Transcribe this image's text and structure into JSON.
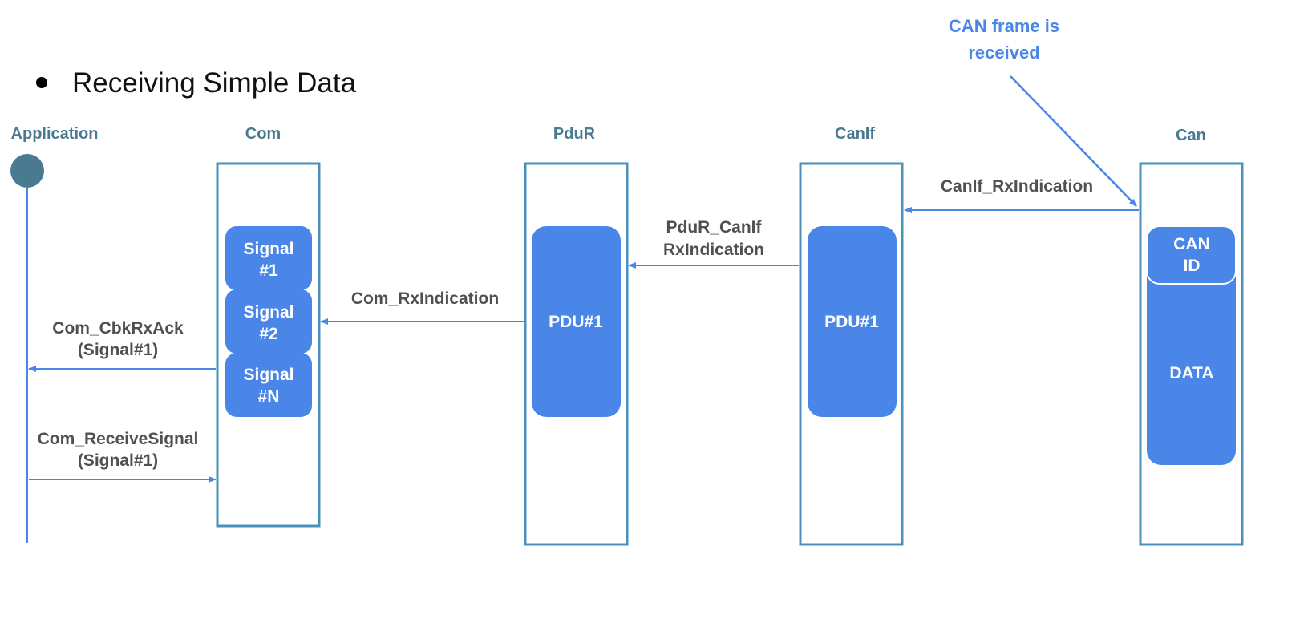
{
  "bullet": {
    "text": "Receiving Simple Data"
  },
  "annotation": {
    "line1": "CAN frame is",
    "line2": "received"
  },
  "lanes": {
    "application": "Application",
    "com": "Com",
    "pdur": "PduR",
    "canif": "CanIf",
    "can": "Can"
  },
  "com_signals": [
    {
      "line1": "Signal",
      "line2": "#1"
    },
    {
      "line1": "Signal",
      "line2": "#2"
    },
    {
      "line1": "Signal",
      "line2": "#N"
    }
  ],
  "pdur_block": "PDU#1",
  "canif_block": "PDU#1",
  "can_blocks": {
    "id_line1": "CAN",
    "id_line2": "ID",
    "data": "DATA"
  },
  "messages": {
    "canif_rx": "CanIf_RxIndication",
    "pdur_canif_line1": "PduR_CanIf",
    "pdur_canif_line2": "RxIndication",
    "com_rx": "Com_RxIndication",
    "cbk_line1": "Com_CbkRxAck",
    "cbk_line2": "(Signal#1)",
    "receive_line1": "Com_ReceiveSignal",
    "receive_line2": "(Signal#1)"
  },
  "colors": {
    "lane_border": "#4a90b8",
    "block_fill": "#4a86e8",
    "arrow": "#4a86e8",
    "lane_title": "#4a7a90",
    "message_text": "#505050",
    "annotation": "#4a86e8",
    "actor": "#4a7a90"
  }
}
